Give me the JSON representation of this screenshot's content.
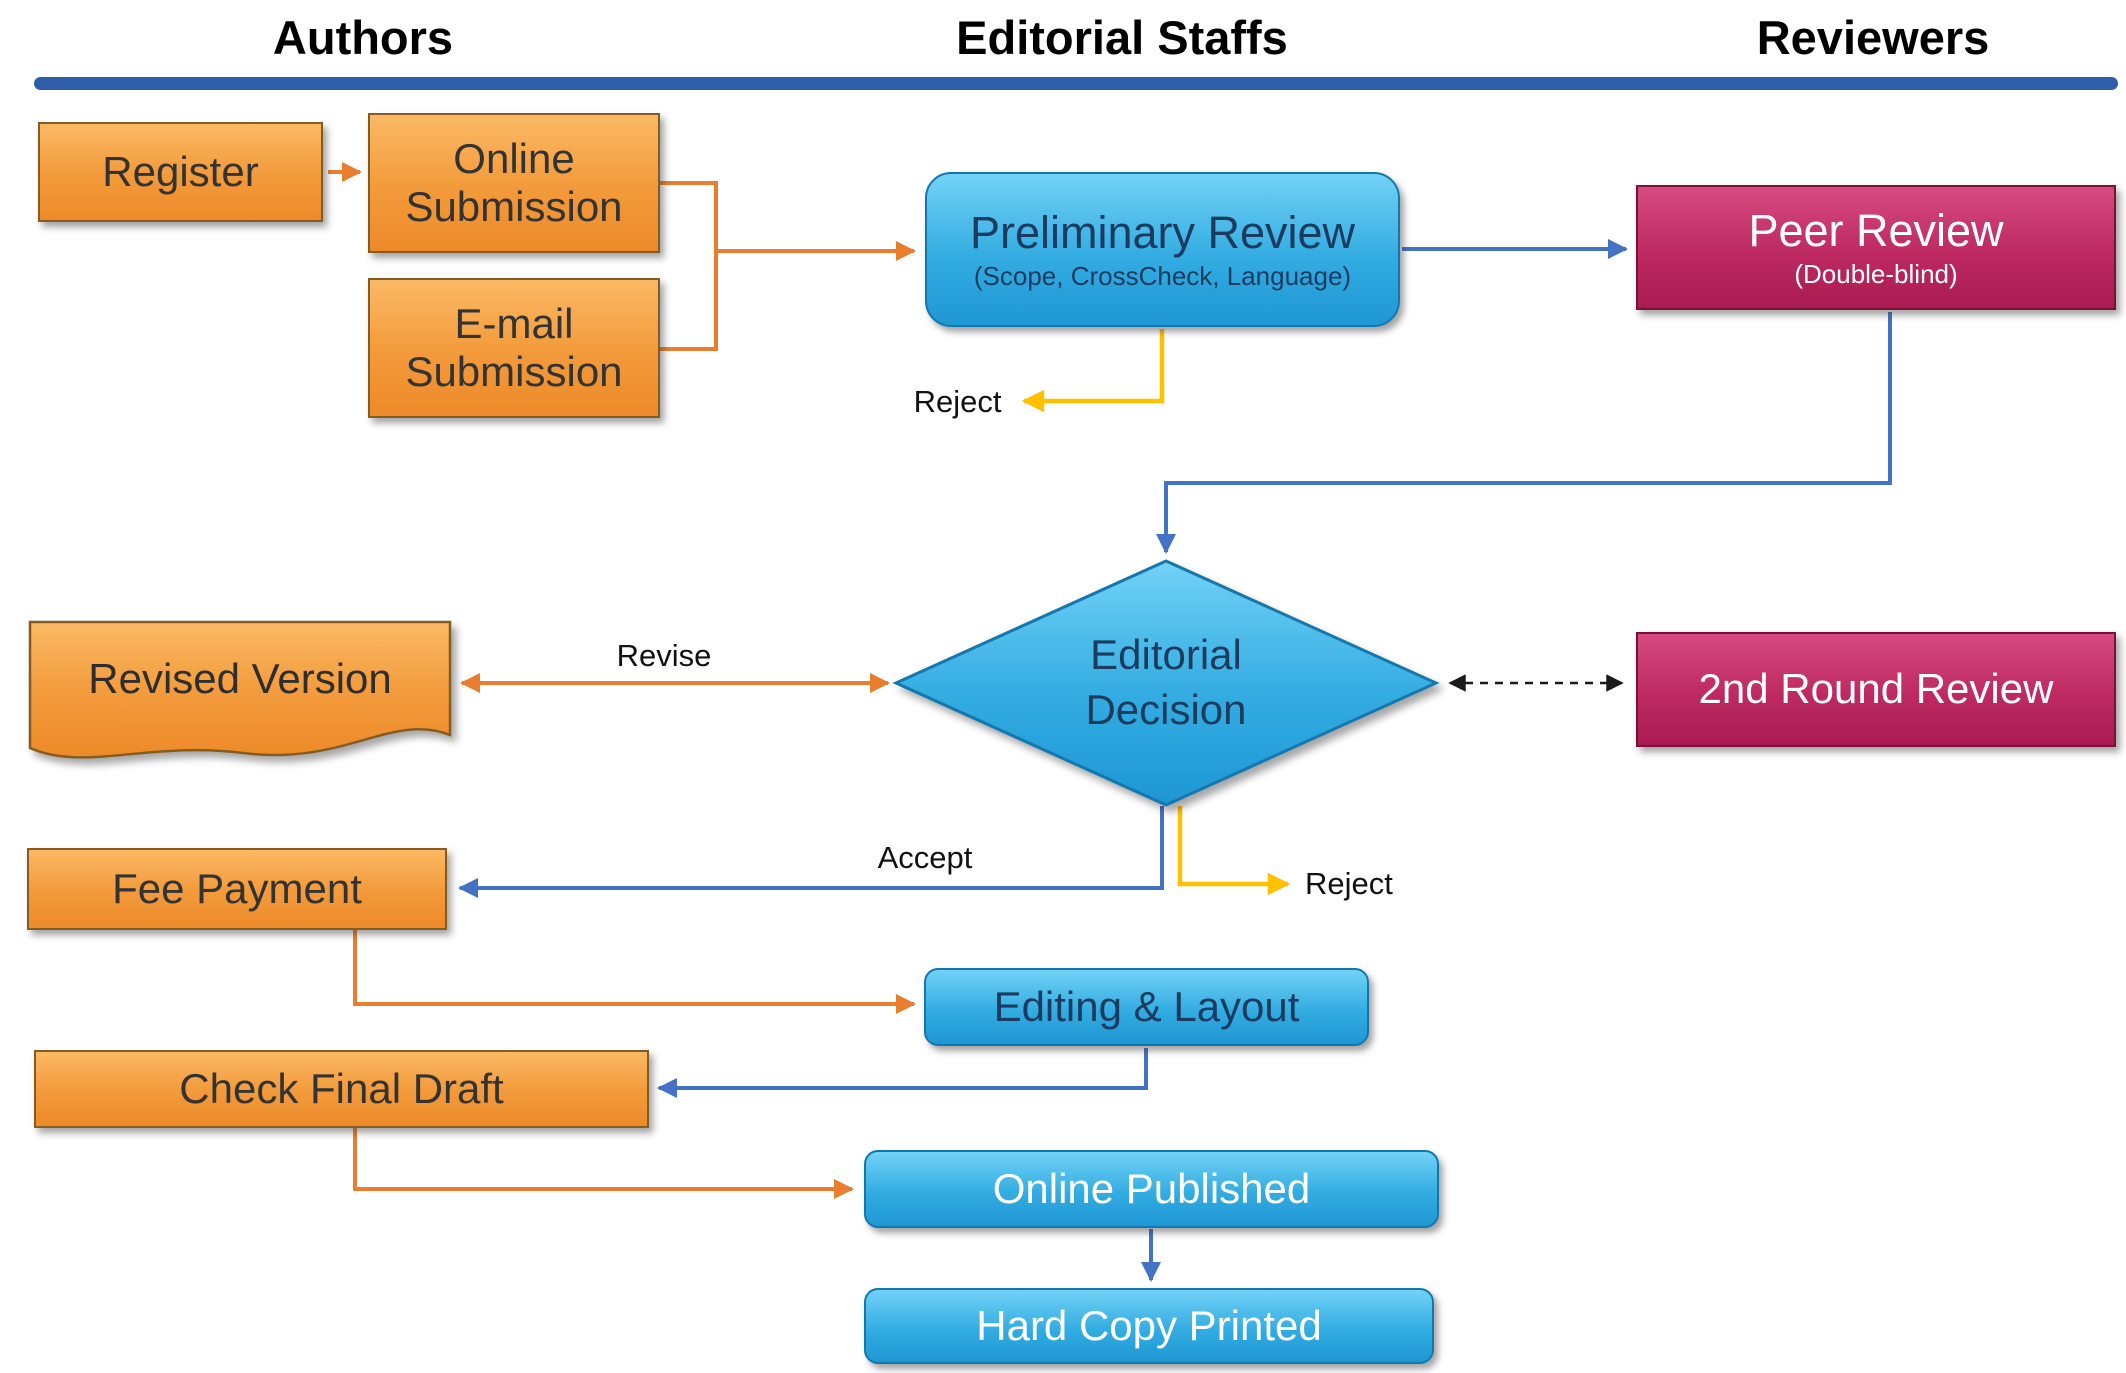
{
  "lanes": {
    "authors": "Authors",
    "editorial": "Editorial Staffs",
    "reviewers": "Reviewers"
  },
  "nodes": {
    "register": {
      "label": "Register"
    },
    "online_submission": {
      "label": "Online Submission"
    },
    "email_submission": {
      "label": "E-mail Submission"
    },
    "preliminary_review": {
      "label": "Preliminary Review",
      "sub": "(Scope, CrossCheck, Language)"
    },
    "peer_review": {
      "label": "Peer Review",
      "sub": "(Double-blind)"
    },
    "editorial_decision": {
      "label": "Editorial Decision"
    },
    "revised_version": {
      "label": "Revised Version"
    },
    "second_round_review": {
      "label": "2nd Round Review"
    },
    "fee_payment": {
      "label": "Fee Payment"
    },
    "editing_layout": {
      "label": "Editing & Layout"
    },
    "check_final_draft": {
      "label": "Check Final Draft"
    },
    "online_published": {
      "label": "Online Published"
    },
    "hard_copy_printed": {
      "label": "Hard Copy Printed"
    }
  },
  "edge_labels": {
    "reject_top": "Reject",
    "revise": "Revise",
    "accept": "Accept",
    "reject_bottom": "Reject"
  },
  "colors": {
    "lane_bar": "#2E5EA8",
    "authors_node": "#F39C3D",
    "editorial_node": "#33ACE2",
    "reviewers_node": "#BE2962",
    "arrow_orange": "#E97F2E",
    "arrow_blue": "#4472C4",
    "arrow_yellow": "#FFC000",
    "arrow_dashed": "#1a1a1a"
  }
}
